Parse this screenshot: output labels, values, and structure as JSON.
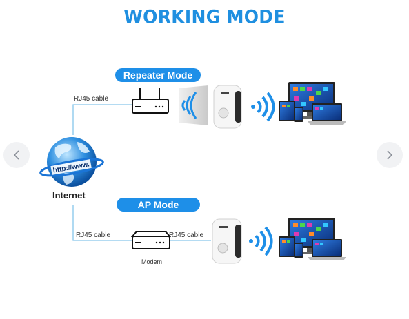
{
  "title": "WORKING MODE",
  "repeater_mode": {
    "label": "Repeater Mode",
    "cable_label": "RJ45 cable"
  },
  "ap_mode": {
    "label": "AP Mode",
    "cable_label_left": "RJ45 cable",
    "cable_label_right": "RJ45 cable",
    "modem_label": "Modem"
  },
  "internet_label": "Internet",
  "globe_text": "http://www.",
  "colors": {
    "accent": "#1e8fe8",
    "line": "#86c5ea"
  },
  "icons": [
    "chevron-left-icon",
    "chevron-right-icon",
    "globe-icon",
    "router-icon",
    "repeater-icon",
    "wifi-signal-icon",
    "devices-icon",
    "modem-icon"
  ]
}
